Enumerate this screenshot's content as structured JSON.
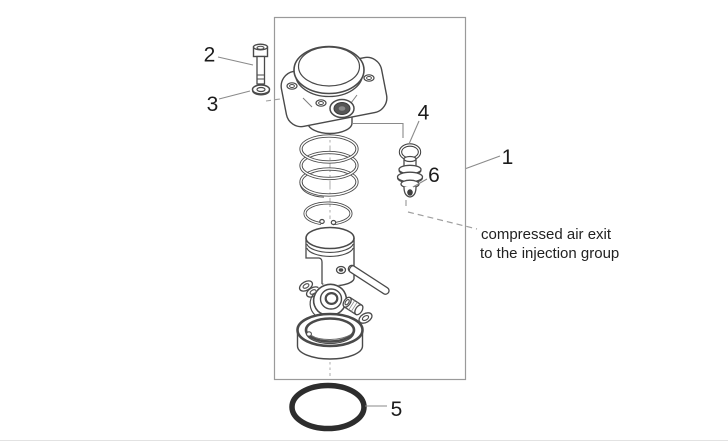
{
  "figure": {
    "type": "exploded-parts-diagram",
    "callouts": {
      "c1": "1",
      "c2": "2",
      "c3": "3",
      "c4": "4",
      "c5": "5",
      "c6": "6"
    },
    "annotation": {
      "line1": "compressed air exit",
      "line2": "to the injection group"
    },
    "colors": {
      "line": "#4a4a4a",
      "frame": "#9a9a9a",
      "leader": "#8a8a8a",
      "dashed": "#9f9f9f",
      "text": "#1c1c1c",
      "oring": "#2d2d2d"
    }
  }
}
